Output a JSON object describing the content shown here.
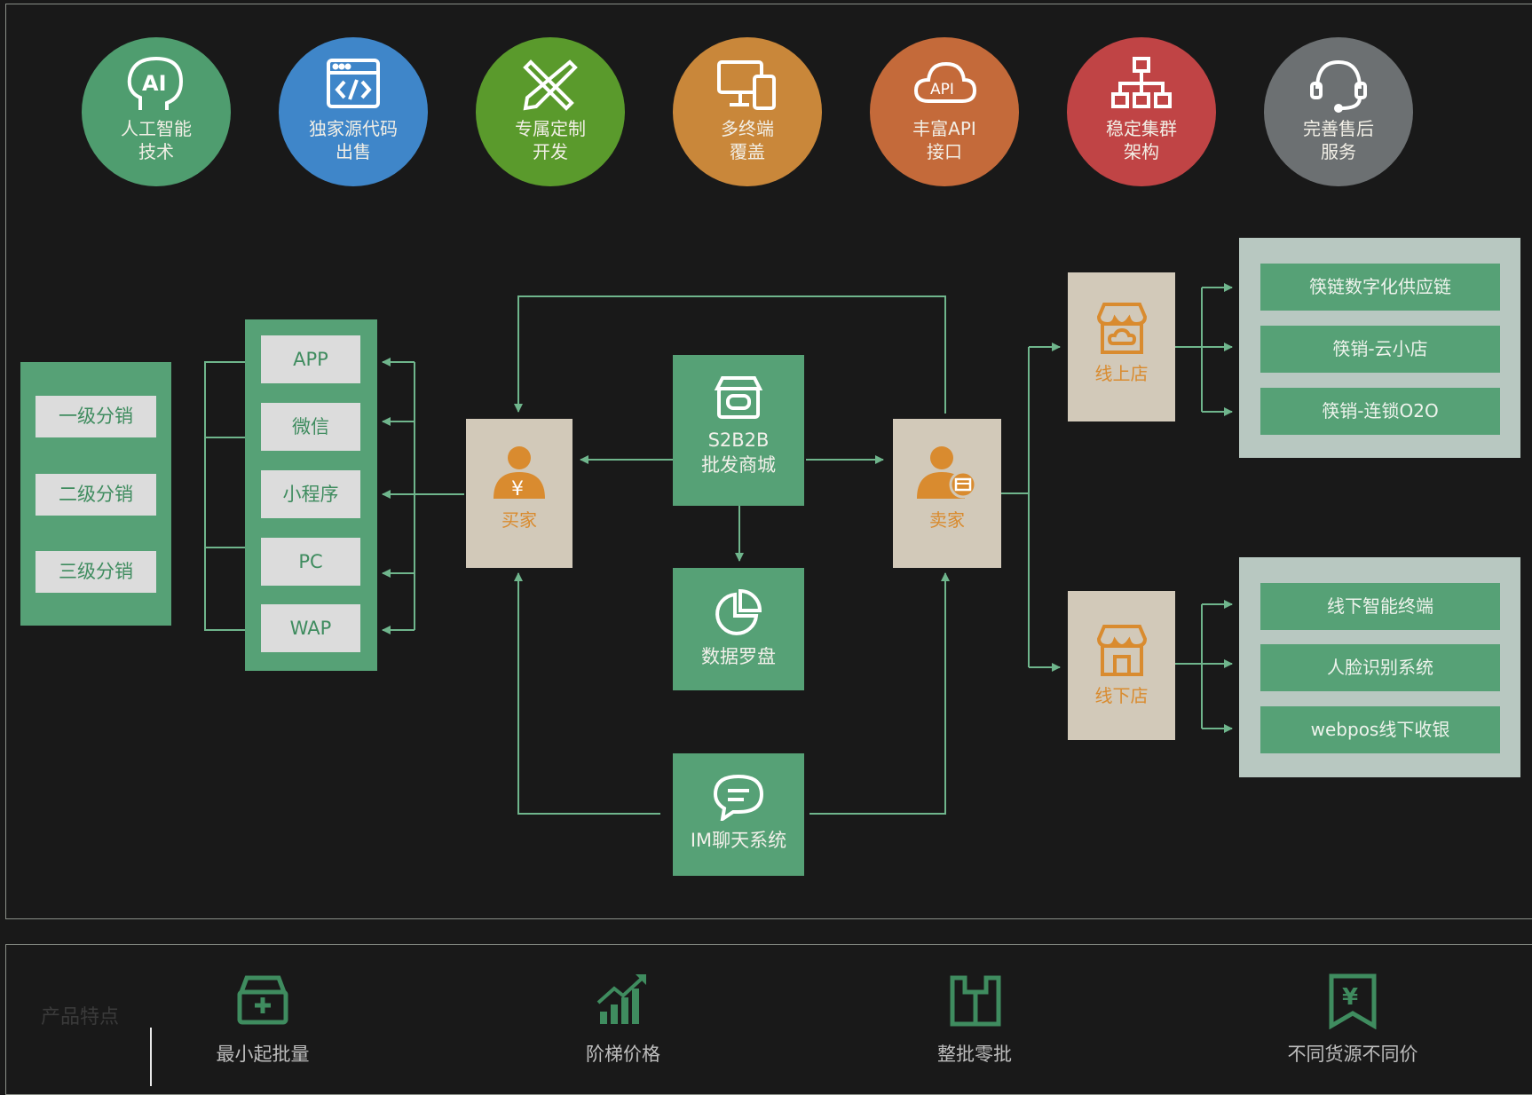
{
  "features": [
    {
      "line1": "人工智能",
      "line2": "技术",
      "color": "#4f9d6f",
      "icon": "ai-head-icon"
    },
    {
      "line1": "独家源代码",
      "line2": "出售",
      "color": "#3f86c9",
      "icon": "code-window-icon"
    },
    {
      "line1": "专属定制",
      "line2": "开发",
      "color": "#5a9a2c",
      "icon": "pencil-ruler-icon"
    },
    {
      "line1": "多终端",
      "line2": "覆盖",
      "color": "#c9873a",
      "icon": "multi-device-icon"
    },
    {
      "line1": "丰富API",
      "line2": "接口",
      "color": "#c46a3a",
      "icon": "api-cloud-icon"
    },
    {
      "line1": "稳定集群",
      "line2": "架构",
      "color": "#c04445",
      "icon": "cluster-tree-icon"
    },
    {
      "line1": "完善售后",
      "line2": "服务",
      "color": "#6c7072",
      "icon": "headset-icon"
    }
  ],
  "distribution": [
    "一级分销",
    "二级分销",
    "三级分销"
  ],
  "channels": [
    "APP",
    "微信",
    "小程序",
    "PC",
    "WAP"
  ],
  "center": {
    "buyer": "买家",
    "seller": "卖家",
    "mall_line1": "S2B2B",
    "mall_line2": "批发商城",
    "data": "数据罗盘",
    "im": "IM聊天系统"
  },
  "online": {
    "label": "线上店",
    "items": [
      "筷链数字化供应链",
      "筷销-云小店",
      "筷销-连锁O2O"
    ]
  },
  "offline": {
    "label": "线下店",
    "items": [
      "线下智能终端",
      "人脸识别系统",
      "webpos线下收银"
    ]
  },
  "bottom": {
    "section": "产品特点",
    "items": [
      "最小起批量",
      "阶梯价格",
      "整批零批",
      "不同货源不同价"
    ]
  },
  "colors": {
    "green": "#56a176",
    "beige": "#d2c9b9",
    "orange": "#d98b2f",
    "line": "#6fb58c",
    "background": "#191919"
  }
}
